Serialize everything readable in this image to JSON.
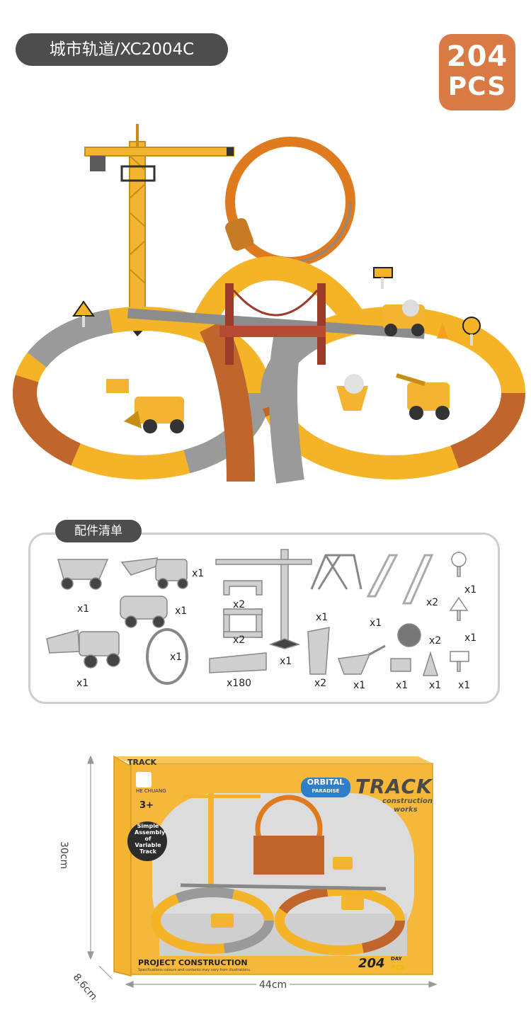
{
  "header": {
    "title": "城市轨道/XC2004C"
  },
  "badge": {
    "count": "204",
    "unit": "PCS"
  },
  "parts": {
    "label": "配件清单",
    "quantities": {
      "dump_truck": "x1",
      "excavator": "x1",
      "suv": "x1",
      "bulldozer": "x1",
      "loop": "x1",
      "bracket_low": "x2",
      "bracket_high": "x2",
      "track_pieces": "x180",
      "crane": "x1",
      "bridge_tower": "x1",
      "bridge_ramp": "x1",
      "bridge_rail": "x2",
      "sign_a": "x1",
      "sign_b": "x1",
      "sign_c": "x1",
      "launcher": "x2",
      "wheelbarrow": "x1",
      "ball": "x2",
      "brick": "x1",
      "cone": "x1"
    }
  },
  "box": {
    "brand_badge": "3+",
    "brand_name": "HE CHUANG",
    "orbital_line1": "ORBITAL",
    "orbital_line2": "PARADISE",
    "track_title": "TRACK",
    "track_sub1": "construction",
    "track_sub2": "works",
    "circle_text1": "Simple",
    "circle_text2": "Assembly of",
    "circle_text3": "Variable",
    "circle_text4": "Track",
    "bottom_title": "PROJECT CONSTRUCTION",
    "bottom_fine": "Specifications colours and contents may vary from illustrations.",
    "side_track": "TRACK",
    "count": "204",
    "day_tag": "DAY",
    "pcs_tag": "PCS"
  },
  "dimensions": {
    "height": "30cm",
    "depth": "8.6cm",
    "width": "44cm"
  },
  "colors": {
    "accent": "#d97a45",
    "pill": "#4d4d4d",
    "track_yellow": "#f5b328",
    "track_brown": "#c0652c",
    "track_gray": "#9a9a9a"
  }
}
